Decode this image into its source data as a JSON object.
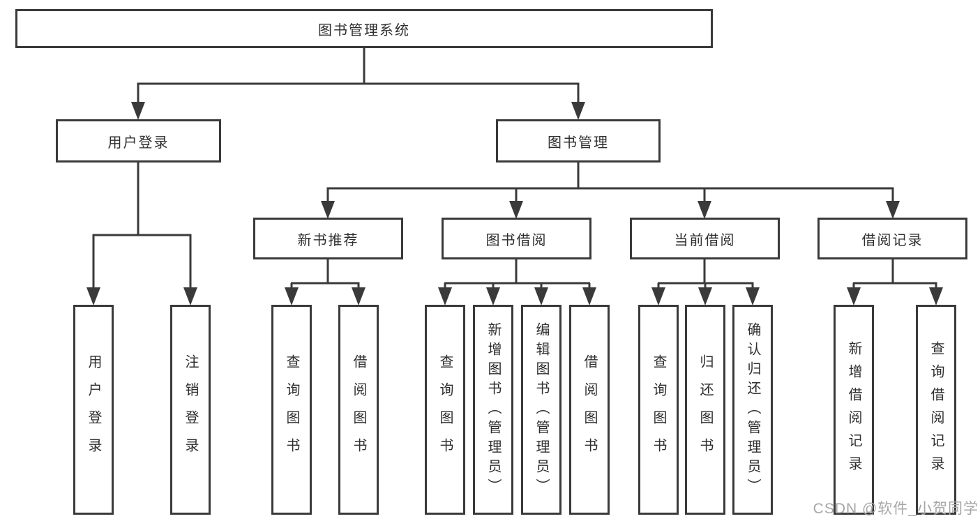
{
  "tree": {
    "label": "图书管理系统",
    "children": [
      {
        "label": "用户登录",
        "children": [
          {
            "label": "用户登录"
          },
          {
            "label": "注销登录"
          }
        ]
      },
      {
        "label": "图书管理",
        "children": [
          {
            "label": "新书推荐",
            "children": [
              {
                "label": "查询图书"
              },
              {
                "label": "借阅图书"
              }
            ]
          },
          {
            "label": "图书借阅",
            "children": [
              {
                "label": "查询图书"
              },
              {
                "label": "新增图书（管理员）"
              },
              {
                "label": "编辑图书（管理员）"
              },
              {
                "label": "借阅图书"
              }
            ]
          },
          {
            "label": "当前借阅",
            "children": [
              {
                "label": "查询图书"
              },
              {
                "label": "归还图书"
              },
              {
                "label": "确认归还（管理员）"
              }
            ]
          },
          {
            "label": "借阅记录",
            "children": [
              {
                "label": "新增借阅记录"
              },
              {
                "label": "查询借阅记录"
              }
            ]
          }
        ]
      }
    ]
  },
  "watermark": {
    "text": "CSDN @软件_小贺同学"
  },
  "colors": {
    "line": "#3a3a3a",
    "box_border": "#3a3a3a",
    "text": "#2e2e2e",
    "background": "#ffffff",
    "watermark": "#a6a6a6"
  }
}
